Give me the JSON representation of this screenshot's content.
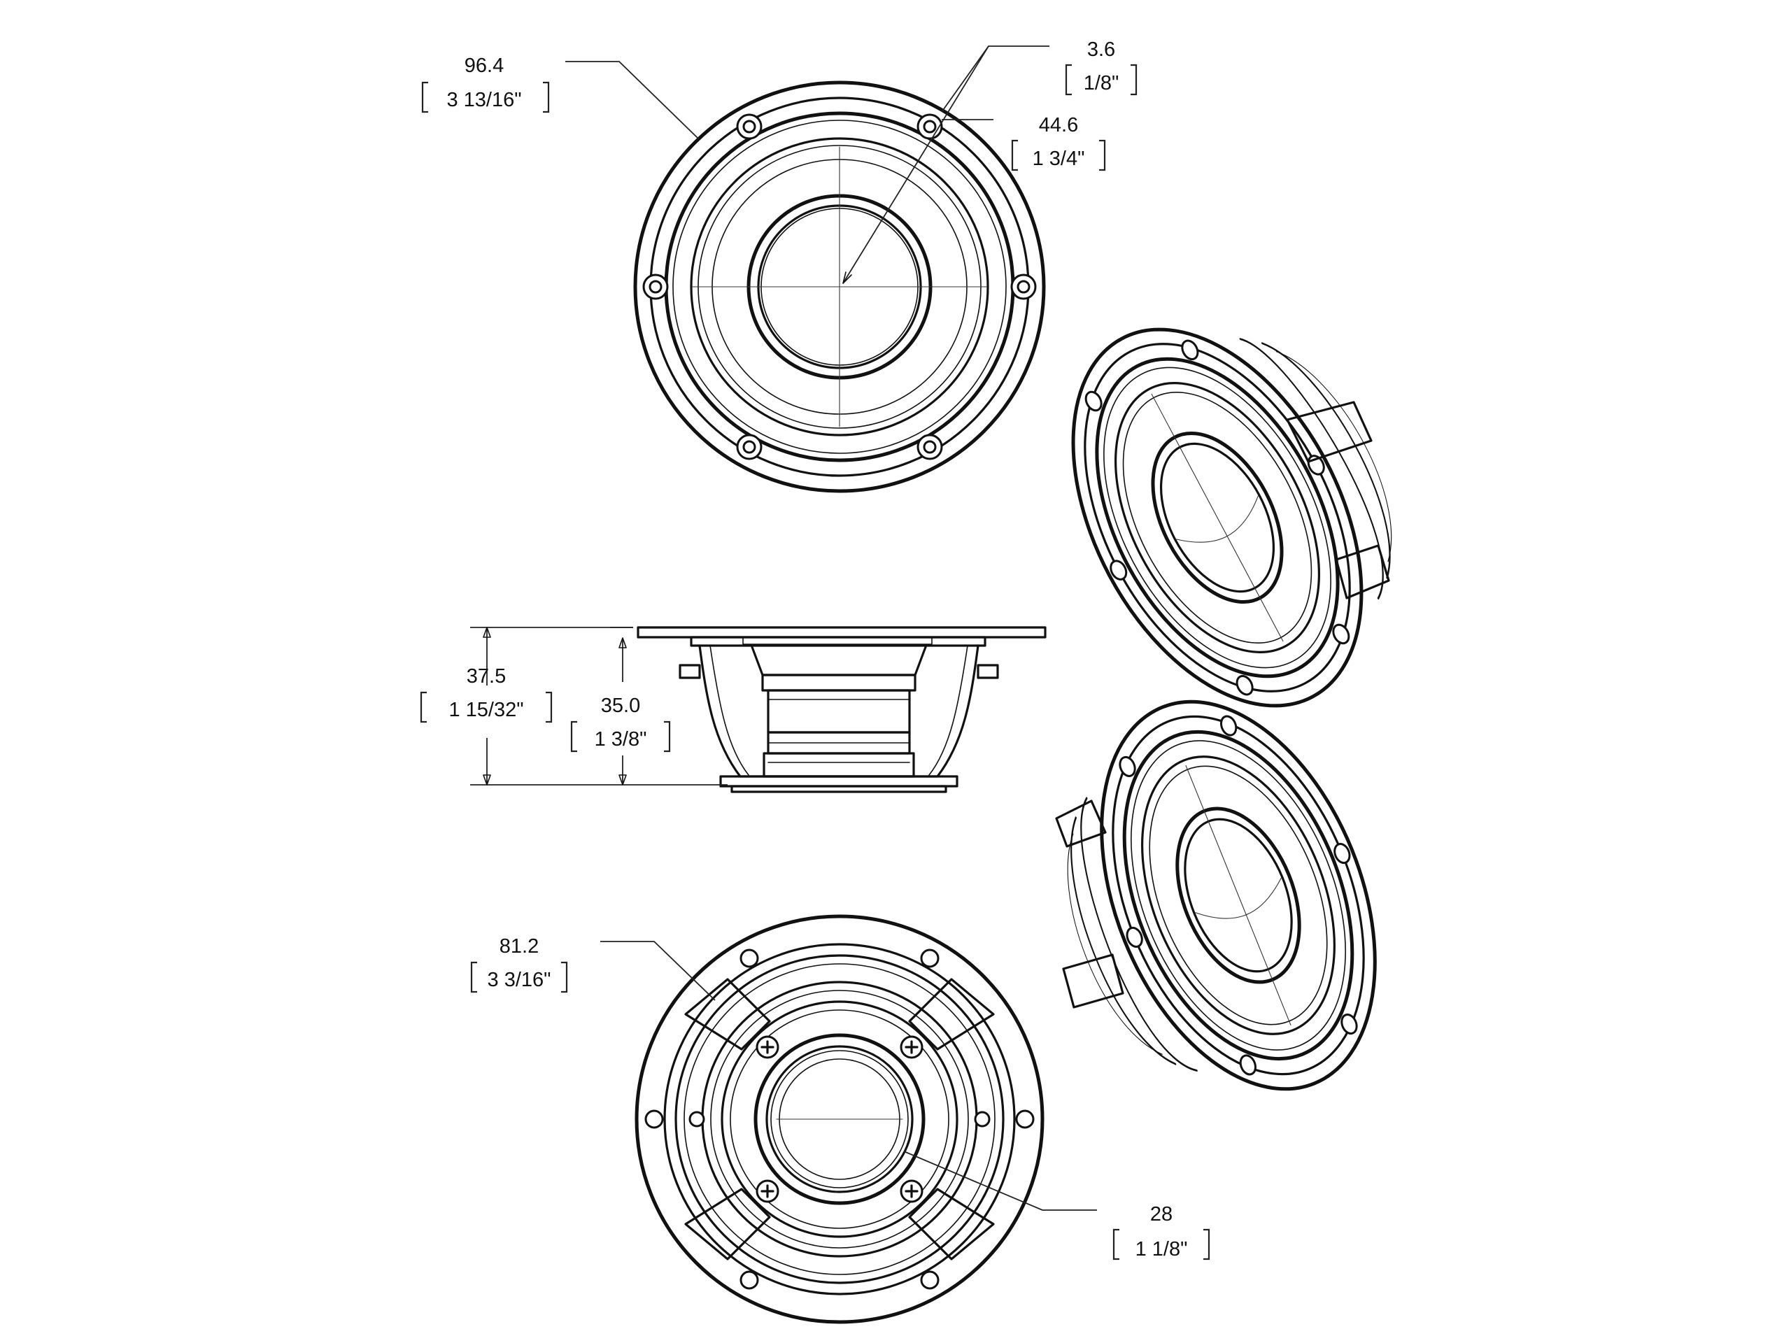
{
  "dimensions": {
    "outer_diameter": {
      "mm": "96.4",
      "inch": "3 13/16\""
    },
    "hole_diameter": {
      "mm": "3.6",
      "inch": "1/8\""
    },
    "radius": {
      "mm": "44.6",
      "inch": "1 3/4\""
    },
    "overall_depth": {
      "mm": "37.5",
      "inch": "1 15/32\""
    },
    "mount_depth": {
      "mm": "35.0",
      "inch": "1 3/8\""
    },
    "rear_diameter": {
      "mm": "81.2",
      "inch": "3 3/16\""
    },
    "magnet_diameter": {
      "mm": "28",
      "inch": "1 1/8\""
    }
  },
  "views": {
    "front": "front-view",
    "side": "side-view",
    "rear": "rear-view",
    "iso_front": "isometric-front-view",
    "iso_rear": "isometric-rear-view"
  },
  "colors": {
    "ink": "#111111",
    "paper": "#ffffff"
  }
}
